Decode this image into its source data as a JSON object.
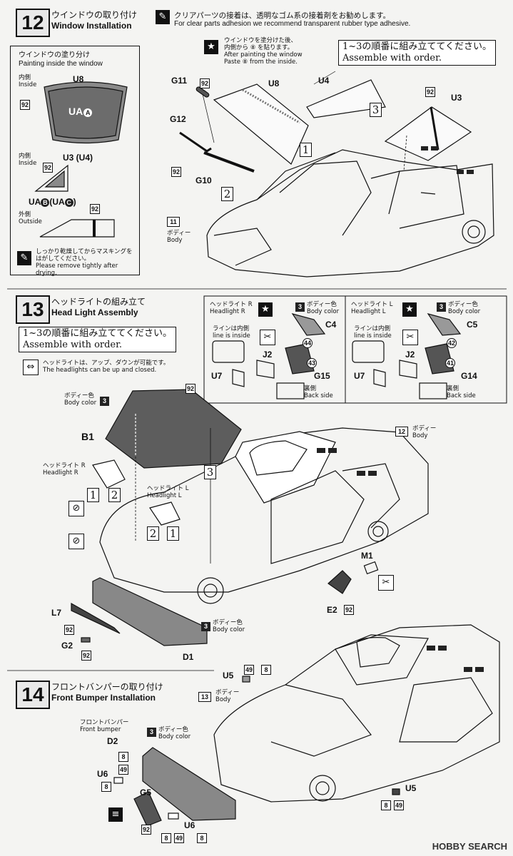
{
  "step12": {
    "number": "12",
    "title_ja": "ウインドウの取り付け",
    "title_en": "Window Installation",
    "adhesive_ja": "クリアパーツの接着は、透明なゴム系の接着剤をお勧めします。",
    "adhesive_en": "For clear parts adhesion we recommend transparent rubber type adhesive.",
    "painting_title_ja": "ウインドウの塗り分け",
    "painting_title_en": "Painting inside the window",
    "inside_ja": "内側",
    "inside_en": "Inside",
    "outside_ja": "外側",
    "outside_en": "Outside",
    "u8": "U8",
    "ua_a": "UA",
    "ua_a_mark": "A",
    "u3u4": "U3 (U4)",
    "uab_uac": "UA",
    "uab_mark": "B",
    "uac_prefix": "(UA",
    "uac_mark": "C",
    "uac_suffix": ")",
    "color_92": "92",
    "masking_ja": "しっかり乾燥してからマスキングをはがしてください。",
    "masking_en": "Please remove tightly after drying.",
    "star_note_ja1": "ウインドウを塗分けた後、",
    "star_note_ja2": "内側から ⑧ を貼ります。",
    "star_note_en1": "After painting the window",
    "star_note_en2": "Paste ⑧ from the inside.",
    "order_ja": "1~3の順番に組み立ててください。",
    "order_en": "Assemble with order.",
    "parts": [
      "G11",
      "U8",
      "U4",
      "U3",
      "G12",
      "G10",
      "11"
    ],
    "body_ja": "ボディー",
    "body_en": "Body",
    "order_marks": [
      "1",
      "2",
      "3"
    ]
  },
  "step13": {
    "number": "13",
    "title_ja": "ヘッドライトの組み立て",
    "title_en": "Head Light Assembly",
    "order_ja": "1~3の順番に組み立ててください。",
    "order_en": "Assemble with order.",
    "updown_ja": "ヘッドライトは、アップ、ダウンが可能です。",
    "updown_en": "The headlights can be up and closed.",
    "headlight_r_ja": "ヘッドライト R",
    "headlight_r_en": "Headlight R",
    "headlight_l_ja": "ヘッドライト L",
    "headlight_l_en": "Headlight L",
    "body_color_num": "3",
    "body_color_ja": "ボディー色",
    "body_color_en": "Body color",
    "line_inside_ja": "ラインは内側",
    "line_inside_en": "line is inside",
    "back_side_ja": "裏側",
    "back_side_en": "Back side",
    "parts_r": [
      "C4",
      "J2",
      "U7",
      "G15",
      "44",
      "43"
    ],
    "parts_l": [
      "C5",
      "J2",
      "U7",
      "G14",
      "42",
      "41"
    ],
    "main_parts": [
      "B1",
      "M1",
      "E2",
      "L7",
      "G2",
      "D1",
      "12"
    ],
    "body_ja": "ボディー",
    "body_en": "Body"
  },
  "step14": {
    "number": "14",
    "title_ja": "フロントバンパーの取り付け",
    "title_en": "Front Bumper Installation",
    "bumper_ja": "フロントバンパー",
    "bumper_en": "Front bumper",
    "parts": [
      "D2",
      "U6",
      "G5",
      "U6",
      "U5",
      "U5",
      "13"
    ],
    "codes": [
      "49",
      "8"
    ],
    "body_ja": "ボディー",
    "body_en": "Body"
  },
  "watermark": "HOBBY SEARCH"
}
